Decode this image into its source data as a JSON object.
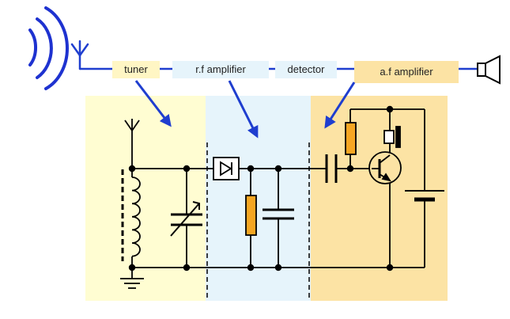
{
  "blocks": {
    "tuner": "tuner",
    "rf_amplifier": "r.f amplifier",
    "detector": "detector",
    "af_amplifier": "a.f amplifier"
  },
  "colors": {
    "tuner_bg": "#FFFDD2",
    "rf_bg": "#E6F4FB",
    "af_bg": "#FCE3A4",
    "label_bg": "#FFF6C4",
    "signal_line": "#1F3ECF",
    "arrow": "#1F3ECF",
    "radio_waves": "#1E32D0",
    "resistor": "#F5A623",
    "circuit": "#000000"
  },
  "icons": [
    "radio-waves-icon",
    "antenna-icon",
    "speaker-icon",
    "ground-icon",
    "diode-icon",
    "transistor-icon",
    "battery-icon",
    "earphone-icon"
  ]
}
